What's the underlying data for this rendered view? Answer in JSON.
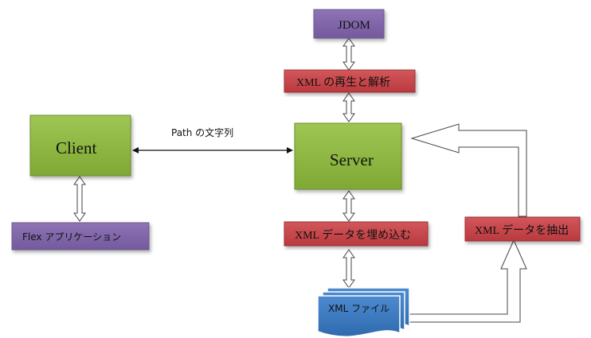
{
  "nodes": {
    "jdom": "JDOM",
    "xml_parse": "XML の再生と解析",
    "client": "Client",
    "server": "Server",
    "flex_app": "Flex アプリケーション",
    "xml_embed": "XML データを埋め込む",
    "xml_extract": "XML データを抽出",
    "xml_file": "XML ファイル"
  },
  "edges": {
    "path_string": "Path の文字列"
  },
  "colors": {
    "green": "#8db53c",
    "purple": "#8166a8",
    "red": "#c24146",
    "blue": "#3e7bbf"
  }
}
